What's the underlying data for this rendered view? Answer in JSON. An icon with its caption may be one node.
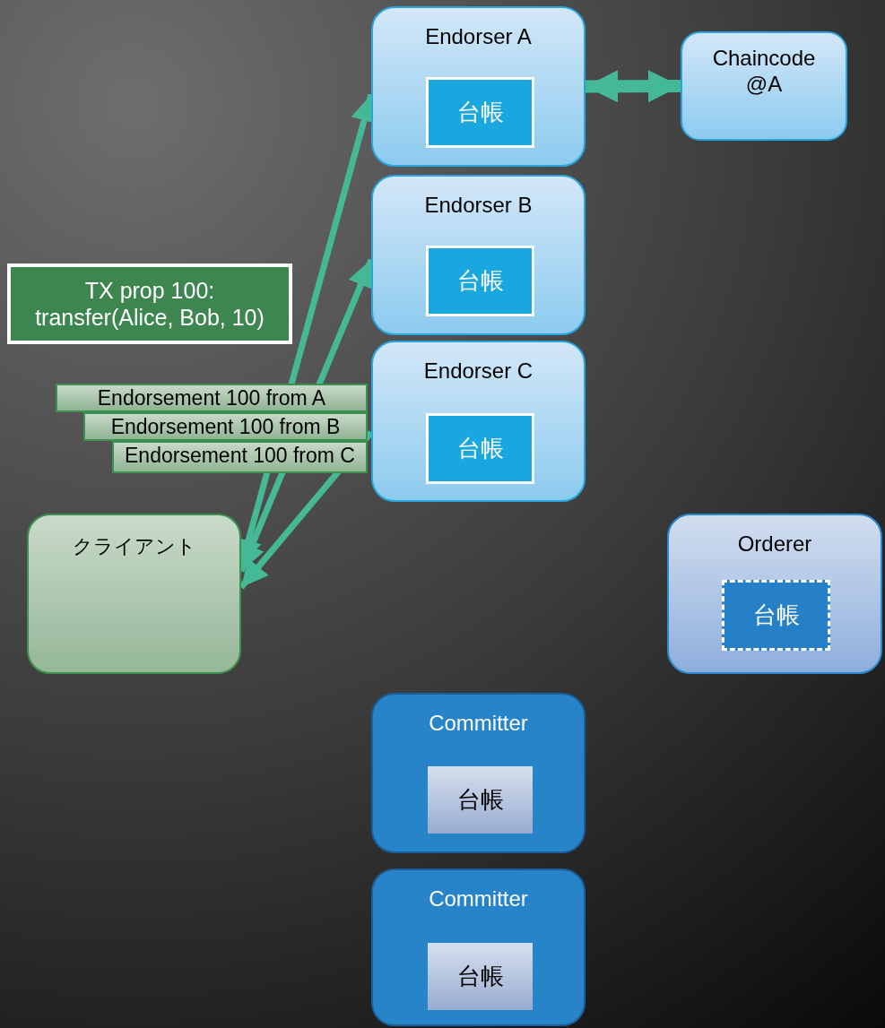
{
  "diagram": {
    "nodes": [
      {
        "text": [
          "Endorser A"
        ]
      },
      {
        "text": [
          "台帳"
        ],
        "in": 0
      },
      {
        "text": [
          "Chaincode @A"
        ]
      },
      {
        "text": [
          "Endorser B"
        ]
      },
      {
        "text": [
          "台帳"
        ],
        "in": 3
      },
      {
        "text": [
          "TX prop 100: transfer(Alice, Bob, 10)"
        ]
      },
      {
        "text": [
          "Endorser C"
        ]
      },
      {
        "text": [
          "台帳"
        ],
        "in": 6
      },
      {
        "text": [
          "クライアント"
        ]
      },
      {
        "text": [
          "Orderer"
        ]
      },
      {
        "text": [
          "台帳"
        ],
        "in": 9
      },
      {
        "text": [
          "Committer"
        ]
      },
      {
        "text": [
          "台帳"
        ],
        "in": 11
      },
      {
        "text": [
          "Committer"
        ]
      },
      {
        "text": [
          "台帳"
        ],
        "in": 13
      }
    ],
    "edges": [
      {
        "from": 0,
        "to": 2,
        "arrow": "both",
        "style": "thick"
      },
      {
        "from": 8,
        "to": 0,
        "arrow": "both",
        "label": "Endorsement 100 from A"
      },
      {
        "from": 8,
        "to": 3,
        "arrow": "both",
        "label": "Endorsement 100 from B"
      },
      {
        "from": 6,
        "to": 8,
        "arrow": "to",
        "label": "Endorsement 100 from C"
      }
    ]
  }
}
